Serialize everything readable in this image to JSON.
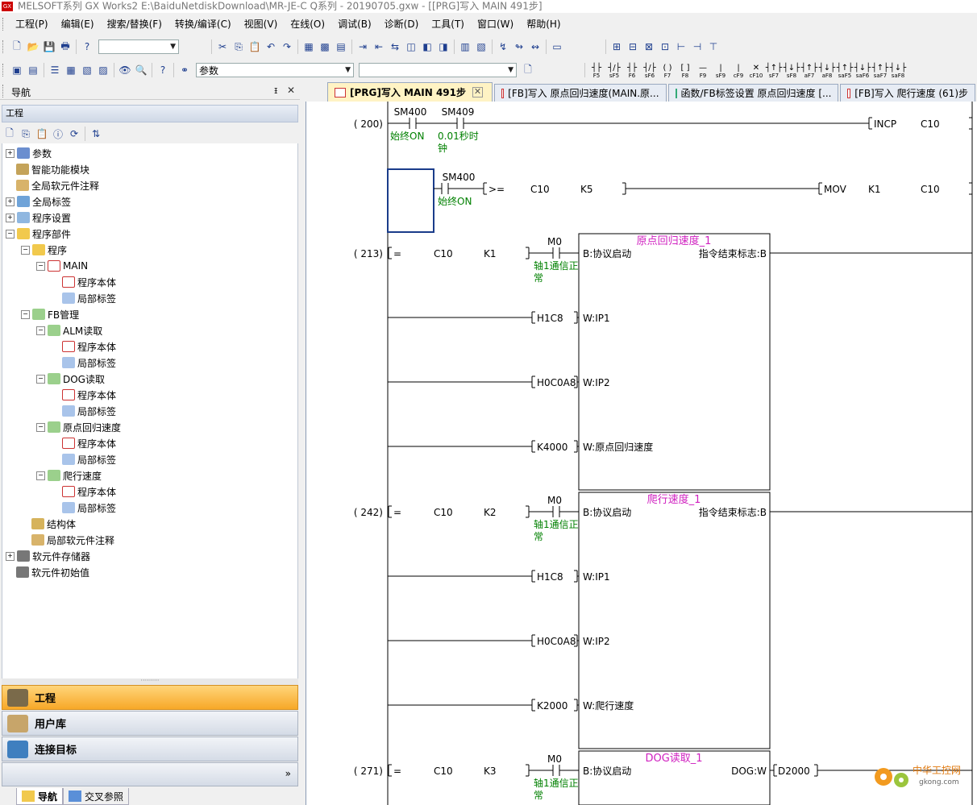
{
  "window": {
    "icon_text": "GX",
    "title": "MELSOFT系列 GX Works2 E:\\BaiduNetdiskDownload\\MR-JE-C Q系列 - 20190705.gxw - [[PRG]写入 MAIN 491步]"
  },
  "menu": [
    "工程(P)",
    "编辑(E)",
    "搜索/替换(F)",
    "转换/编译(C)",
    "视图(V)",
    "在线(O)",
    "调试(B)",
    "诊断(D)",
    "工具(T)",
    "窗口(W)",
    "帮助(H)"
  ],
  "toolbar": {
    "combo_param_value": "参数",
    "fkeys": [
      {
        "glyph": "┤├",
        "label": "F5"
      },
      {
        "glyph": "┤/├",
        "label": "sF5"
      },
      {
        "glyph": "┤├",
        "label": "F6"
      },
      {
        "glyph": "┤/├",
        "label": "sF6"
      },
      {
        "glyph": "( )",
        "label": "F7"
      },
      {
        "glyph": "[ ]",
        "label": "F8"
      },
      {
        "glyph": "—",
        "label": "F9"
      },
      {
        "glyph": "|",
        "label": "sF9"
      },
      {
        "glyph": "|",
        "label": "cF9"
      },
      {
        "glyph": "✕",
        "label": "cF10"
      },
      {
        "glyph": "┤↑├",
        "label": "sF7"
      },
      {
        "glyph": "┤↓├",
        "label": "sF8"
      },
      {
        "glyph": "┤↑├",
        "label": "aF7"
      },
      {
        "glyph": "┤↓├",
        "label": "aF8"
      },
      {
        "glyph": "┤↑├",
        "label": "saF5"
      },
      {
        "glyph": "┤↓├",
        "label": "saF6"
      },
      {
        "glyph": "┤↑├",
        "label": "saF7"
      },
      {
        "glyph": "┤↓├",
        "label": "saF8"
      }
    ]
  },
  "nav": {
    "header": "导航",
    "pin": "ᵻ",
    "close": "✕",
    "project_caption": "工程",
    "tree": [
      {
        "label": "参数",
        "depth": 0,
        "exp": "+",
        "icon": "ico-param"
      },
      {
        "label": "智能功能模块",
        "depth": 0,
        "exp": "",
        "icon": "ico-module"
      },
      {
        "label": "全局软元件注释",
        "depth": 0,
        "exp": "",
        "icon": "ico-comment"
      },
      {
        "label": "全局标签",
        "depth": 0,
        "exp": "+",
        "icon": "ico-label"
      },
      {
        "label": "程序设置",
        "depth": 0,
        "exp": "+",
        "icon": "ico-setting"
      },
      {
        "label": "程序部件",
        "depth": 0,
        "exp": "-",
        "icon": "ico-folder"
      },
      {
        "label": "程序",
        "depth": 1,
        "exp": "-",
        "icon": "ico-folder"
      },
      {
        "label": "MAIN",
        "depth": 2,
        "exp": "-",
        "icon": "ico-prog"
      },
      {
        "label": "程序本体",
        "depth": 3,
        "exp": "",
        "icon": "ico-prog"
      },
      {
        "label": "局部标签",
        "depth": 3,
        "exp": "",
        "icon": "ico-local"
      },
      {
        "label": "FB管理",
        "depth": 1,
        "exp": "-",
        "icon": "ico-fb"
      },
      {
        "label": "ALM读取",
        "depth": 2,
        "exp": "-",
        "icon": "ico-fb"
      },
      {
        "label": "程序本体",
        "depth": 3,
        "exp": "",
        "icon": "ico-prog"
      },
      {
        "label": "局部标签",
        "depth": 3,
        "exp": "",
        "icon": "ico-local"
      },
      {
        "label": "DOG读取",
        "depth": 2,
        "exp": "-",
        "icon": "ico-fb"
      },
      {
        "label": "程序本体",
        "depth": 3,
        "exp": "",
        "icon": "ico-prog"
      },
      {
        "label": "局部标签",
        "depth": 3,
        "exp": "",
        "icon": "ico-local"
      },
      {
        "label": "原点回归速度",
        "depth": 2,
        "exp": "-",
        "icon": "ico-fb"
      },
      {
        "label": "程序本体",
        "depth": 3,
        "exp": "",
        "icon": "ico-prog"
      },
      {
        "label": "局部标签",
        "depth": 3,
        "exp": "",
        "icon": "ico-local"
      },
      {
        "label": "爬行速度",
        "depth": 2,
        "exp": "-",
        "icon": "ico-fb"
      },
      {
        "label": "程序本体",
        "depth": 3,
        "exp": "",
        "icon": "ico-prog"
      },
      {
        "label": "局部标签",
        "depth": 3,
        "exp": "",
        "icon": "ico-local"
      },
      {
        "label": "结构体",
        "depth": 1,
        "exp": "",
        "icon": "ico-struct"
      },
      {
        "label": "局部软元件注释",
        "depth": 1,
        "exp": "",
        "icon": "ico-comment"
      },
      {
        "label": "软元件存储器",
        "depth": 0,
        "exp": "+",
        "icon": "ico-device"
      },
      {
        "label": "软元件初始值",
        "depth": 0,
        "exp": "",
        "icon": "ico-device"
      }
    ],
    "panes": {
      "project": "工程",
      "user_library": "用户库",
      "connection_target": "连接目标",
      "more": "»"
    },
    "bottom_tabs": [
      "导航",
      "交叉参照"
    ]
  },
  "editor_tabs": [
    {
      "label": "[PRG]写入 MAIN 491步",
      "active": true,
      "close": "✕"
    },
    {
      "label": "[FB]写入 原点回归速度(MAIN.原...",
      "active": false
    },
    {
      "label": "函数/FB标签设置 原点回归速度 [...",
      "active": false
    },
    {
      "label": "[FB]写入 爬行速度 (61)步",
      "active": false
    }
  ],
  "ladder": {
    "rungs": [
      {
        "step": "( 200)",
        "contacts": [
          {
            "device": "SM400",
            "comment": [
              "始终ON"
            ]
          },
          {
            "device": "SM409",
            "comment": [
              "0.01秒时",
              "钟"
            ]
          }
        ],
        "instruction": [
          "INCP",
          "C10"
        ]
      },
      {
        "step": "",
        "contacts": [
          {
            "device": "SM400",
            "comment": [
              "始终ON"
            ]
          }
        ],
        "compare": [
          ">=",
          "C10",
          "K5"
        ],
        "instruction": [
          "MOV",
          "K1",
          "C10"
        ]
      },
      {
        "step": "( 213)",
        "compare": [
          "=",
          "C10",
          "K1"
        ],
        "contact": {
          "device": "M0",
          "comment": [
            "轴1通信正",
            "常"
          ]
        },
        "fb": {
          "name": "原点回归速度_1",
          "start_pin": "B:协议启动",
          "out_pin": "指令结束标志:B",
          "inputs": [
            {
              "value": "H1C8",
              "pin": "W:IP1"
            },
            {
              "value": "H0C0A8",
              "pin": "W:IP2"
            },
            {
              "value": "K4000",
              "pin": "W:原点回归速度"
            }
          ]
        }
      },
      {
        "step": "( 242)",
        "compare": [
          "=",
          "C10",
          "K2"
        ],
        "contact": {
          "device": "M0",
          "comment": [
            "轴1通信正",
            "常"
          ]
        },
        "fb": {
          "name": "爬行速度_1",
          "start_pin": "B:协议启动",
          "out_pin": "指令结束标志:B",
          "inputs": [
            {
              "value": "H1C8",
              "pin": "W:IP1"
            },
            {
              "value": "H0C0A8",
              "pin": "W:IP2"
            },
            {
              "value": "K2000",
              "pin": "W:爬行速度"
            }
          ]
        }
      },
      {
        "step": "( 271)",
        "compare": [
          "=",
          "C10",
          "K3"
        ],
        "contact": {
          "device": "M0",
          "comment": [
            "轴1通信正",
            "常"
          ]
        },
        "fb": {
          "name": "DOG读取_1",
          "start_pin": "B:协议启动",
          "out_pin": "DOG:W",
          "out_value": "D2000"
        }
      }
    ]
  },
  "watermark": {
    "title": "中华工控网",
    "url": "gkong.com"
  },
  "colors": {
    "comment": "#008000",
    "fb_name": "#d020c0",
    "active_tab": "#fff3c4",
    "project_pane": "#f7a828"
  }
}
